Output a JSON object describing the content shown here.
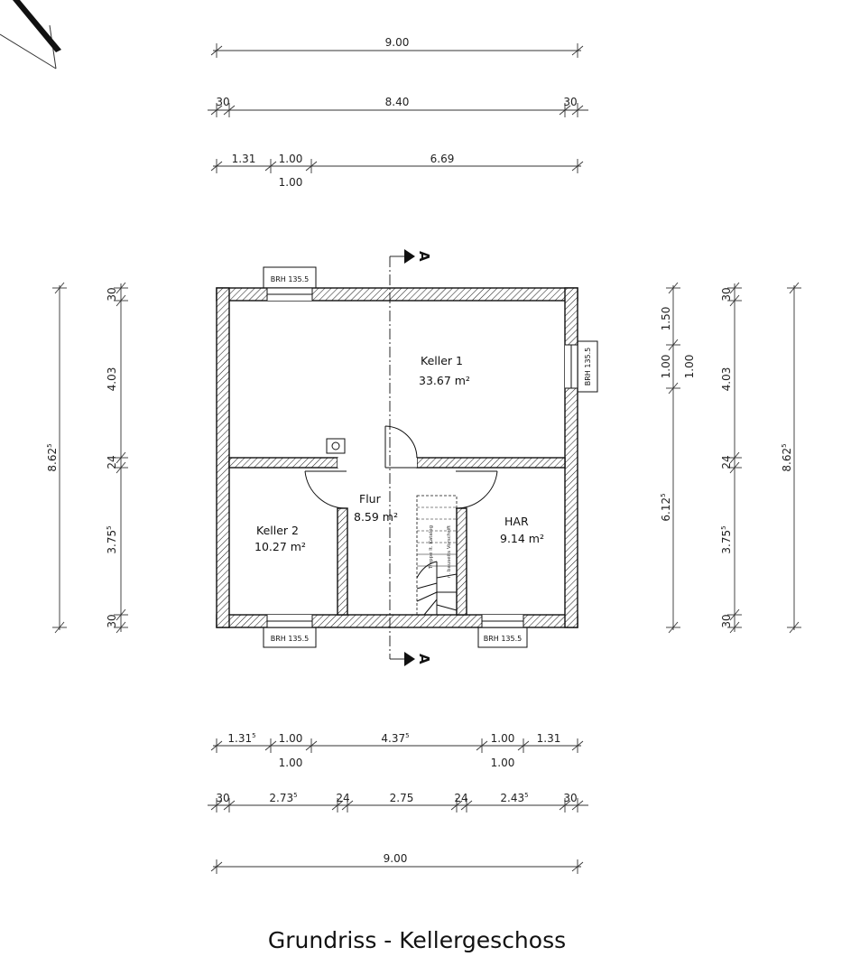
{
  "title": "Grundriss - Kellergeschoss",
  "section_marker": "A",
  "rooms": [
    {
      "name": "Keller 1",
      "area": "33.67 m²"
    },
    {
      "name": "Flur",
      "area": "8.59 m²"
    },
    {
      "name": "Keller 2",
      "area": "10.27 m²"
    },
    {
      "name": "HAR",
      "area": "9.14 m²"
    }
  ],
  "windows": [
    "BRH 135.5",
    "BRH 135.5",
    "BRH 135.5",
    "BRH 135.5"
  ],
  "stair_notes": [
    "Treppe lt. Katalog",
    "n. bauseits Vorschrift"
  ],
  "dimensions": {
    "top": {
      "overall": "9.00",
      "row2": [
        "30",
        "8.40",
        "30"
      ],
      "row3": [
        "1.31",
        "1.00",
        "6.69"
      ],
      "row3_below": "1.00"
    },
    "bottom": {
      "row1": [
        {
          "main": "1.31",
          "sup": "5"
        },
        {
          "main": "1.00",
          "sup": ""
        },
        {
          "main": "4.37",
          "sup": "5"
        },
        {
          "main": "1.00",
          "sup": ""
        },
        {
          "main": "1.31",
          "sup": ""
        }
      ],
      "row1_below": [
        "1.00",
        "1.00"
      ],
      "row2": [
        {
          "main": "30",
          "sup": ""
        },
        {
          "main": "2.73",
          "sup": "5"
        },
        {
          "main": "24",
          "sup": ""
        },
        {
          "main": "2.75",
          "sup": ""
        },
        {
          "main": "24",
          "sup": ""
        },
        {
          "main": "2.43",
          "sup": "5"
        },
        {
          "main": "30",
          "sup": ""
        }
      ],
      "overall": "9.00"
    },
    "left": {
      "overall": {
        "main": "8.62",
        "sup": "5"
      },
      "segments": [
        {
          "main": "30",
          "sup": ""
        },
        {
          "main": "4.03",
          "sup": ""
        },
        {
          "main": "24",
          "sup": ""
        },
        {
          "main": "3.75",
          "sup": "5"
        },
        {
          "main": "30",
          "sup": ""
        }
      ]
    },
    "right": {
      "inner": [
        {
          "main": "1.50",
          "sup": ""
        },
        {
          "main": "1.00",
          "sup": ""
        },
        {
          "main": "6.12",
          "sup": "5"
        }
      ],
      "inner_beside": "1.00",
      "segments": [
        {
          "main": "30",
          "sup": ""
        },
        {
          "main": "4.03",
          "sup": ""
        },
        {
          "main": "24",
          "sup": ""
        },
        {
          "main": "3.75",
          "sup": "5"
        },
        {
          "main": "30",
          "sup": ""
        }
      ],
      "overall": {
        "main": "8.62",
        "sup": "5"
      }
    }
  }
}
